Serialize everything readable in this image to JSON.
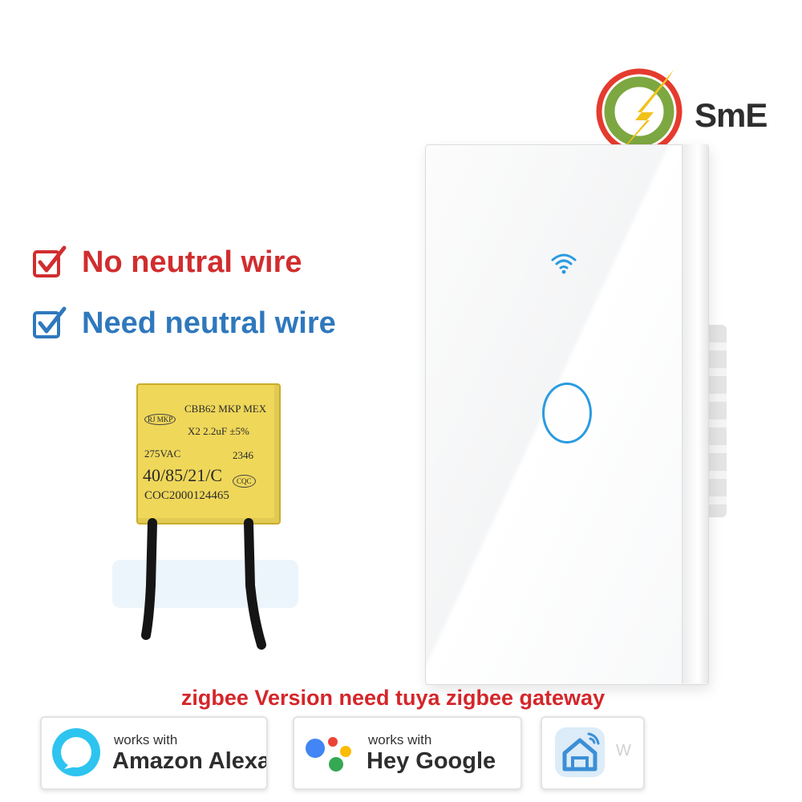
{
  "logo": {
    "text": "SmE"
  },
  "checks": [
    {
      "label": "No neutral wire",
      "color": "#d12d2e"
    },
    {
      "label": "Need neutral wire",
      "color": "#2f78bd"
    }
  ],
  "capacitor": {
    "lines": [
      "RJ MKP",
      "CBB62 MKP MEX",
      "X2 2.2uF ±5%",
      "275VAC",
      "2346",
      "40/85/21/C",
      "CQC",
      "COC2000124465"
    ]
  },
  "note": "zigbee Version need tuya zigbee gateway",
  "badges": {
    "alexa": {
      "small": "works with",
      "big": "Amazon Alexa"
    },
    "google": {
      "small": "works with",
      "big": "Hey Google"
    },
    "smart": {
      "small": "W"
    }
  },
  "colors": {
    "accent_blue": "#2a9be0",
    "note_red": "#d4262a",
    "capacitor_yellow": "#efd75a"
  }
}
